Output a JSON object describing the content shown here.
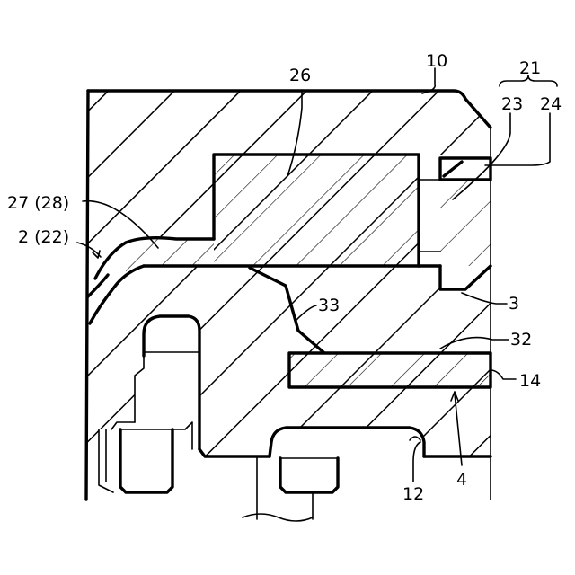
{
  "labels": {
    "l10": "10",
    "l21": "21",
    "l23": "23",
    "l24": "24",
    "l26": "26",
    "l27": "27 (28)",
    "l2": "2 (22)",
    "l33": "33",
    "l3": "3",
    "l32": "32",
    "l14": "14",
    "l4": "4",
    "l12": "12"
  }
}
